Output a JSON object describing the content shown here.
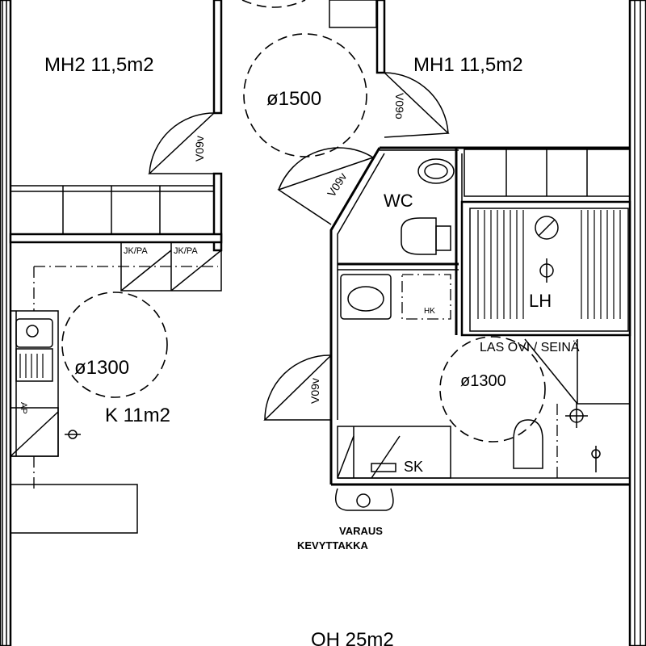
{
  "rooms": {
    "mh2": "MH2  11,5m2",
    "mh1": "MH1  11,5m2",
    "wc": "WC",
    "lh": "LH",
    "kitchen": "K  11m2",
    "oh": "OH  25m2",
    "sk": "SK",
    "hk": "HK"
  },
  "turning_circles": {
    "hall": "ø1500",
    "kitchen": "ø1300",
    "bath": "ø1300"
  },
  "door_tags": {
    "mh2": "V09v",
    "mh1": "V09o",
    "wc": "V09v",
    "bath": "V09v"
  },
  "notes": {
    "jkpa_1": "JK/PA",
    "jkpa_2": "JK/PA",
    "ap": "AP",
    "las_ovi": "LAS OVI / SEINÄ",
    "varaus_1": "VARAUS",
    "varaus_2": "KEVYTTAKKA"
  }
}
